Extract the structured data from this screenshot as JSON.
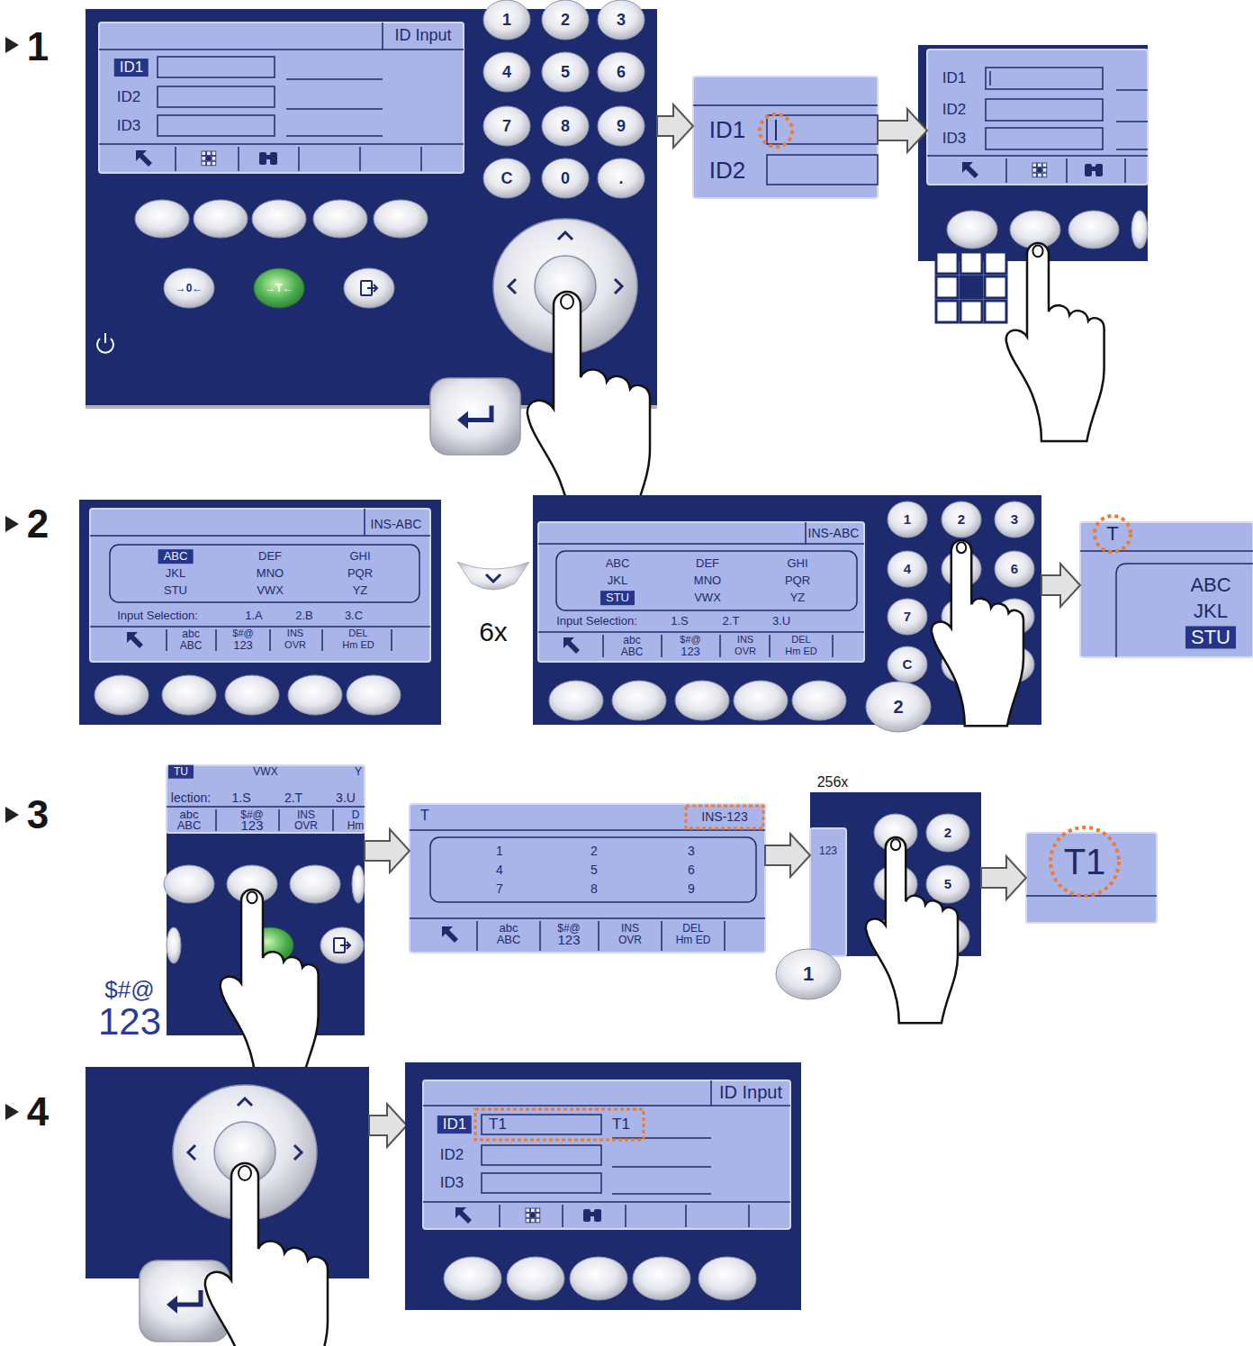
{
  "diagram": {
    "nodes": [
      {
        "text": [
          "1",
          "2",
          "3",
          "4",
          "5",
          "6",
          "7",
          "8",
          "9",
          "C",
          "0",
          ".",
          "→0←",
          "→T←"
        ]
      },
      {
        "text": [
          "ID Input",
          "ID1",
          "ID2",
          "ID3"
        ],
        "in": 0
      },
      {
        "text": [
          "ID1",
          "ID2"
        ]
      },
      {
        "text": [
          "ID1",
          "ID2",
          "ID3"
        ]
      },
      {
        "text": [
          "INS-ABC",
          "ABC",
          "DEF",
          "GHI",
          "JKL",
          "MNO",
          "PQR",
          "STU",
          "VWX",
          "YZ",
          "Input Selection:",
          "1.A",
          "2.B",
          "3.C",
          "abc",
          "ABC",
          "$#@",
          "123",
          "INS",
          "OVR",
          "DEL",
          "Hm ED"
        ]
      },
      {
        "text": [
          "1",
          "2",
          "3",
          "4",
          "6",
          "7",
          "C"
        ]
      },
      {
        "text": [
          "INS-ABC",
          "ABC",
          "DEF",
          "GHI",
          "JKL",
          "MNO",
          "PQR",
          "STU",
          "VWX",
          "YZ",
          "Input Selection:",
          "1.S",
          "2.T",
          "3.U",
          "abc",
          "ABC",
          "$#@",
          "123",
          "INS",
          "OVR",
          "DEL",
          "Hm ED"
        ],
        "in": 5
      },
      {
        "text": [
          "T",
          "ABC",
          "JKL",
          "STU"
        ]
      },
      {
        "text": [
          "TU",
          "VWX",
          "Y",
          "lection:",
          "1.S",
          "2.T",
          "3.U",
          "abc",
          "ABC",
          "$#@",
          "123",
          "INS",
          "OVR",
          "D",
          "Hm"
        ]
      },
      {
        "text": [
          "T",
          "INS-123",
          "1",
          "2",
          "3",
          "4",
          "5",
          "6",
          "7",
          "8",
          "9",
          "abc",
          "ABC",
          "$#@",
          "123",
          "INS",
          "OVR",
          "DEL",
          "Hm ED"
        ]
      },
      {
        "text": [
          "123",
          "2",
          "5"
        ]
      },
      {
        "text": [
          "T1"
        ]
      },
      {
        "text": [
          "ID Input",
          "ID1",
          "T1",
          "T1",
          "ID2",
          "ID3"
        ]
      }
    ],
    "edges": [
      {
        "from": 0,
        "to": 2,
        "arrow": "to"
      },
      {
        "from": 2,
        "to": 3,
        "arrow": "to"
      },
      {
        "from": 5,
        "to": 7,
        "arrow": "to"
      },
      {
        "from": 8,
        "to": 9,
        "arrow": "to"
      },
      {
        "from": 9,
        "to": 10,
        "arrow": "to"
      },
      {
        "from": 10,
        "to": 11,
        "arrow": "to"
      }
    ],
    "labels": [
      "1",
      "2",
      "6x",
      "2",
      "3",
      "$#@",
      "123",
      "256x",
      "1",
      "4"
    ]
  }
}
